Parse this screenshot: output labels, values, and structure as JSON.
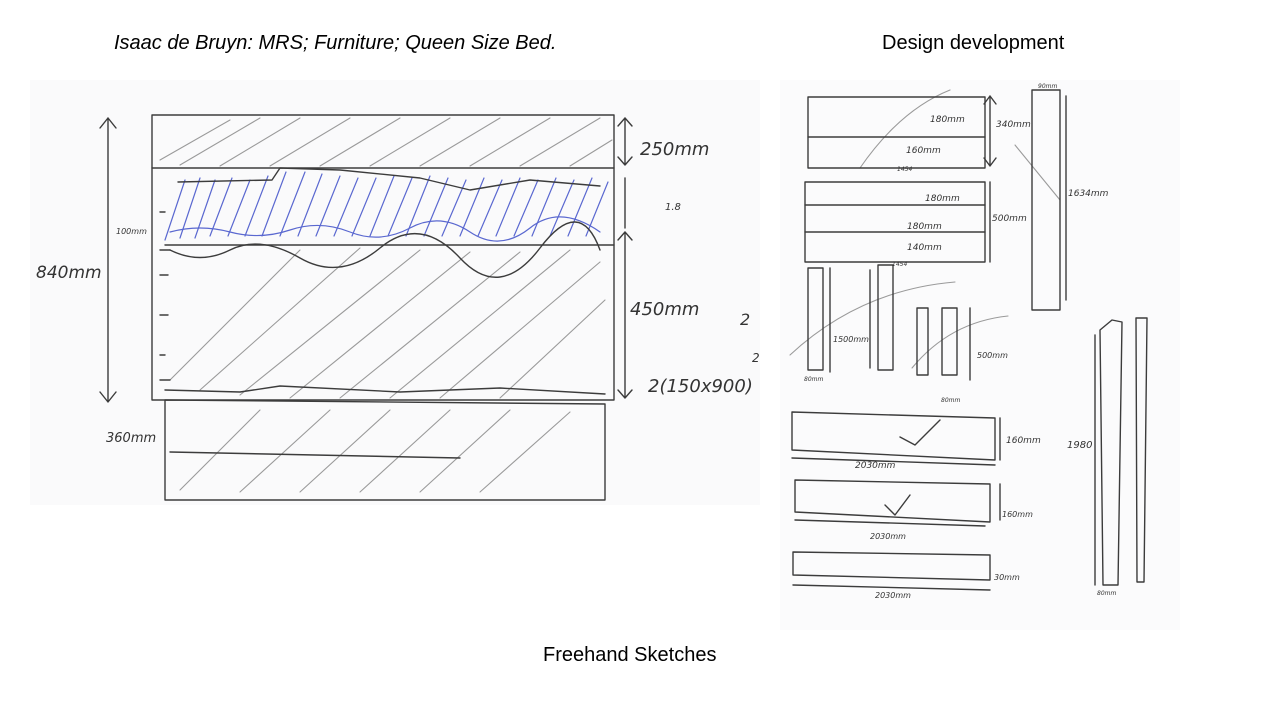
{
  "slide": {
    "title_left": "Isaac de Bruyn: MRS; Furniture; Queen Size Bed.",
    "title_right": "Design development",
    "caption": "Freehand Sketches"
  },
  "sketch_left": {
    "labels": {
      "top_height": "250mm",
      "band_note": "1.8",
      "band_height": "100mm",
      "total_height": "840mm",
      "base_height": "450mm",
      "note_2": "2",
      "boards": "2(150x900)",
      "boards_sup": "2",
      "lower_height": "360mm"
    }
  },
  "sketch_right": {
    "labels": {
      "p1_top": "180mm",
      "p1_bottom": "160mm",
      "p1_total": "340mm",
      "p1_width": "1454",
      "p2_a": "180mm",
      "p2_b": "180mm",
      "p2_c": "140mm",
      "p2_total": "500mm",
      "p2_width": "1454",
      "post_top": "90mm",
      "post_len": "1634mm",
      "leg_long": "1500mm",
      "leg_long_w": "80mm",
      "leg_short": "500mm",
      "leg_short_w": "80mm",
      "board1_h": "160mm",
      "board1_w": "2030mm",
      "board2_h": "160mm",
      "board2_w": "2030mm",
      "board3_h": "30mm",
      "board3_w": "2030mm",
      "rail_len": "1980",
      "rail_w": "80mm"
    }
  }
}
